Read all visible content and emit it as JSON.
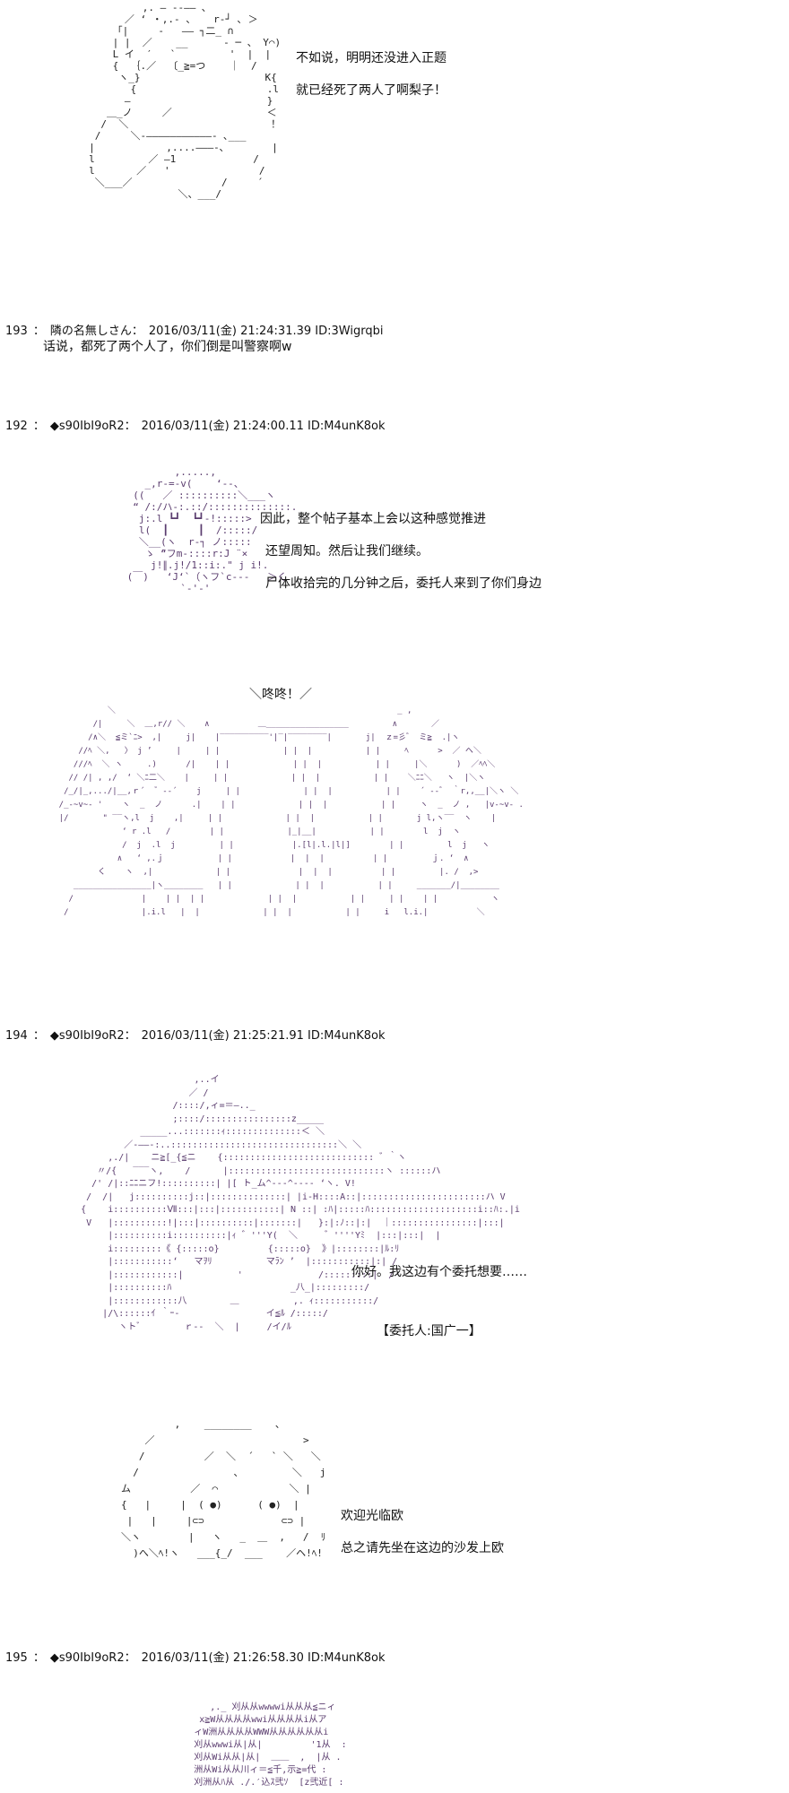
{
  "scene1": {
    "art": "              ,. ― ‐-―― ､\n           ／ ‘ ・,.‐ 、   r‐┘ ､ ＞\n         「|     ‐   ―― ┐二_ ∩\n         | |  ／    __      ‐ ─ 、 Y⌒)\n         L イ  ′   `         '  |  |\n         {  ｛.／  〔_≧=つ    ｜  /\n          ヽ_}                     K{\n            {                      .l\n           ―                       }\n        ＿_ノ     ／                ＜\n       /  ＼                        ！\n      /     ＼‐―――――――――――- ､___\n     |            ,....―――-､        |\n     l         ／ ―1             /\n     l       ／   '               /\n      ＼___／               /     ´\n                    ＼、___/",
    "lines": [
      "不如说，明明还没进入正题",
      "就已经死了两人了啊梨子！"
    ]
  },
  "post193": {
    "number": "193",
    "name": "隣の名無しさん",
    "date": "2016/03/11(金) 21:24:31.39",
    "id": "ID:3Wigrqbi",
    "body": "话说，都死了两个人了，你们倒是叫警察啊w"
  },
  "post192": {
    "number": "192",
    "name": "◆s90IbI9oR2",
    "date": "2016/03/11(金) 21:24:00.11",
    "id": "ID:M4unK8ok",
    "art": "                 ,.....,\n            _,r‐=‐v(    ‘‐-、\n          ((   ／ ::::::::::＼___ヽ\n          “ /:/ハ-:.::/::::::::::::::.\n           j:.l ┗┛  ┗┛‐!:::::>\n           l(  ┃     ┃  /:::::/\n           ＼__(ヽ  r‐┐ ノ:::::\n            ゝ ̄“フm‐::::r:J ¨×\n             j!∥.j!/1::i:.\" j i!.\n         (￣)   ‘J‘`（ヽフ`c‐‐‐   ＞く\n                  `‐'‐'",
    "lines": [
      "因此，整个帖子基本上会以这种感觉推进",
      "还望周知。然后让我们继续。",
      "尸体收拾完的几分钟之后，委托人来到了你们身边"
    ]
  },
  "scene_door": {
    "sfx": "＼咚咚！／",
    "art": "              ＼                                                          _ ,\n           /|     ＼  ＿,r// ＼    ∧          ＿_________________         ∧       ／\n          /∧＼  ≦ミ`ﾆ>  ,|     j|    |‾‾‾‾‾‾‾‾‾‾'|‾|‾‾‾‾‾‾‾‾|       j|  ｚ=彡゛ ミ≧  .|ヽ\n        //ﾍ ＼,   〉 j ’     |     | |             | |  |           | |     ﾍ      >  ／ ヘ＼\n       ///ﾍ  ＼ ヽ     .)      /|    | |             | |  |           | |     |＼      )  ／ﾍﾍ＼\n      // /| , ,/  ‘ ＼ﾆ二＼    |     | |             | |  |           | |    ＼ﾆﾆ＼   ヽ  |＼ヽ\n     /_/|_,.../|__,ｒ´  ゛‐‐´    j     | |             | |  |           | |    ´ ‐‐゛ ｀r,,__|＼ヽ ＼\n    /_-~v~‐ '    ヽ  _  ノ      .|    | |             | |  |           | |     ヽ  _  ノ ,   |v-~v- .\n    |/       \" ‾‾ヽ,l  j    ,|     | |             | |  |           | |       j l,ヽ‾‾  ヽ    |\n                 ‘ r .l   /        | |             |_|__|           | |        l  j  ヽ\n                 /  j  .l  j         | |            |.[l|.l.|l|]        | |         l  j   ヽ\n                ∧   ‘ ,.ｊ           | |            |  |  |          | |         ｊ. ‘  ∧\n            く    ヽ  ,|             | |              |  |  |          | |         |. /  ,>\n       ________________|ヽ________   | |             | |  |           | |     _______/|________\n      /              |    | |  | |             | |  |           | |     | |    | |           ヽ\n     /               |.i.l   |  |             | |  |           | |     i   l.i.|          ＼"
  },
  "post194": {
    "number": "194",
    "name": "◆s90IbI9oR2",
    "date": "2016/03/11(金) 21:25:21.91",
    "id": "ID:M4unK8ok",
    "art": "                          ,..イ\n                         ／ /\n                      /::::/,ィ=＝―.._\n                      ;::::/::::::::::::::::z_____\n                _____...:::::::ｨ::::::::::::::＜ ＼\n             ／‐――‐:..:::::::::::::::::::::::::::::::＼ ＼\n          ,./|    ニ≧[_{≦ニ    {:::::::::::::::::::::::::::: ゛｀ヽ\n        〃/{   ‾‾‾ヽ,    /      |:::::::::::::::::::::::::::::ヽ ::::::ハ\n       /' /|::ﾆﾆニフ!::::::::::| |[ ト_ム^-‐‐^‐‐‐‐ ‘ヽ. V!\n      /  /|   j::::::::::j::|::::::::::::::| |i-H::::A::|:::::::::::::::::::::::ハ V\n     {    i::::::::::Ⅶ:::|:::|:::::::::::| N ::| :ﾊ|:::::ﾊ::::::::::::::::::::i::ﾊ:.|i\n      V   |::::::::::!|:::|::::::::::|:::::::|   }:|:ﾉ::|:|  ｜::::::::::::::::|:::|\n          |::::::::::i::::::::::|ｨ ゛'''Y(  ＼     ゛''''Yﾐ  |:::|:::|  |\n          i:::::::::《 {:::::o}         {:::::o}  》|::::::::|ﾙ:ﾘ\n          |:::::::::::‘   マｦﾘ          マﾗﾝ ’  |:::::::::::|:| /\n          |::::::::::::|          '              /:::::::::|  /\n          |::::::::::ﾊ                      _八_|:::::::::/\n          |::::::::::::八        ＿          ,. ｨ:::::::::::/\n         |/\\::::::ｲ ｀ｰ-                イ≦ﾙ /:::::/\n            ヽトﾞ        ｒ‐‐  ＼  |     /イ/ﾙ",
    "lines": [
      "你好。我这边有个委托想要……",
      "【委托人:国广一】"
    ]
  },
  "scene_orb": {
    "art": "                 ,    ________    ､\n            ／                         >\n           /          ／  ＼  ´   ` ＼   ＼\n          /                ､         ＼   j\n        ム          ／  ⌒            ＼ |\n        {   |     |  ( ●)      ( ●)  |\n         |   |     |⊂⊃             ⊂⊃ |\n        ＼ヽ        |   ヽ   _  ＿  ,   /  ﾘ\n          )へ＼ﾍ!ヽ   ___{_/  ___    ／ヘ!ﾍ!",
    "lines": [
      "欢迎光临欧",
      "总之请先坐在这边的沙发上欧"
    ]
  },
  "post195": {
    "number": "195",
    "name": "◆s90IbI9oR2",
    "date": "2016/03/11(金) 21:26:58.30",
    "id": "ID:M4unK8ok",
    "art": "              ,._ 刈从从wwwwi从从从≦ニィ\n            x≧W从从从从wwi从从从从i从ア\n           ィW洲从从从从WWW从从从从从从i\n           刈从wwwi从|从|         '1从  :\n           刈从Wi从从|从|  ＿＿  ,  |从 .\n           洲从Wi从从川ィ＝≦千,示≧=代 :\n           刈洲从ﾊ从 ./.′込ｽ弐ｿ  [z弐近[ :"
  }
}
